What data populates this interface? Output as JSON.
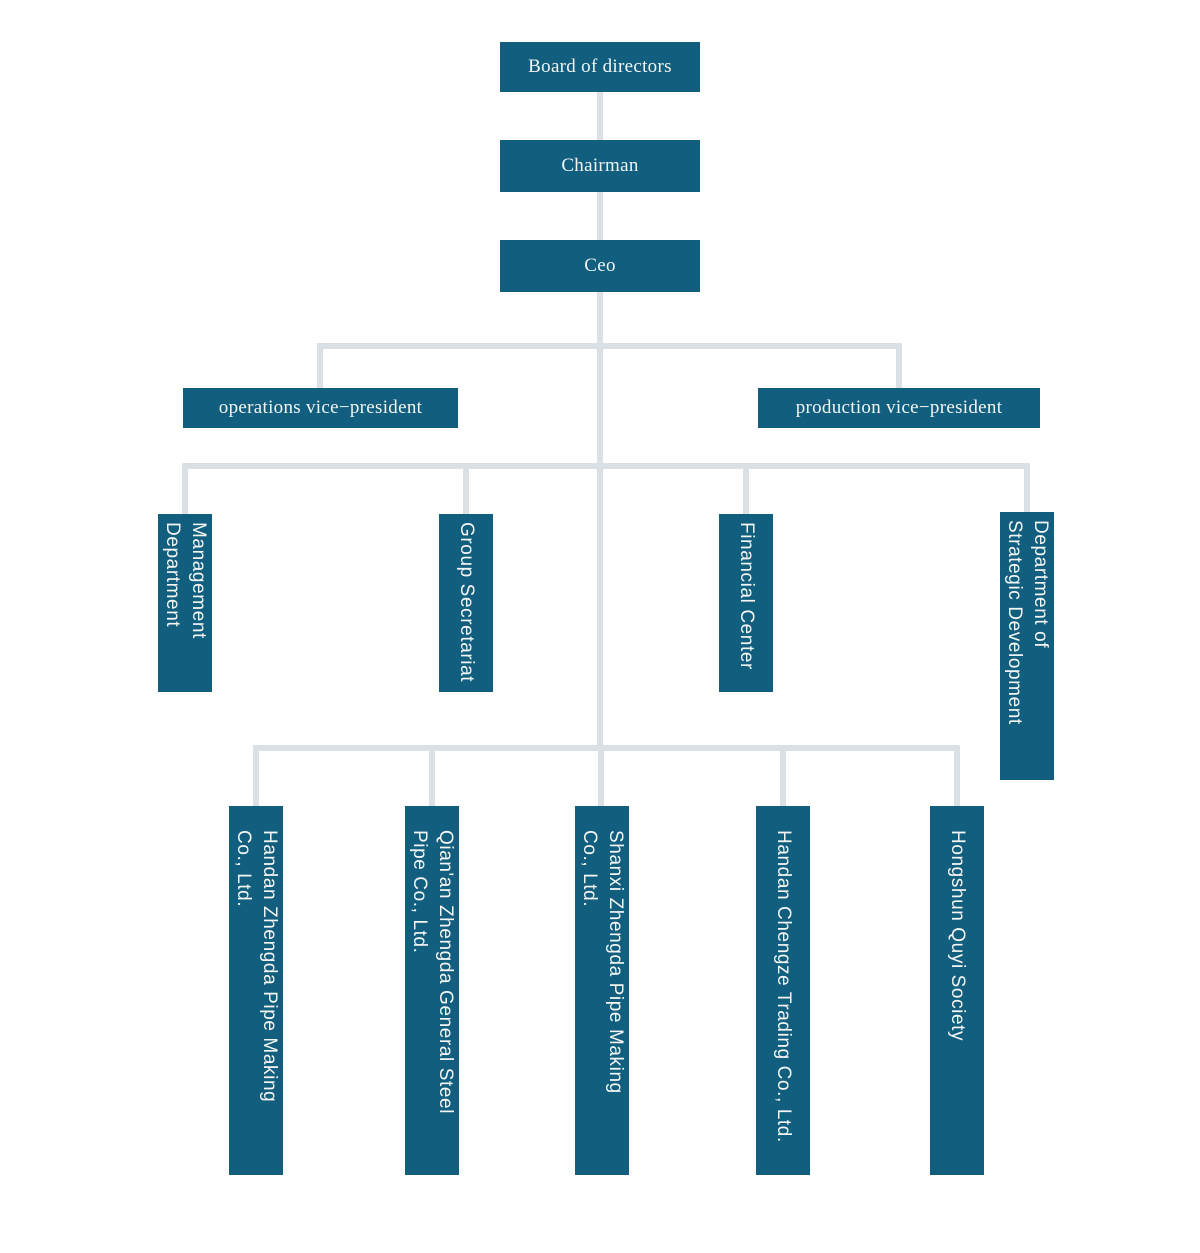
{
  "diagram": {
    "type": "org-chart",
    "background": "#ffffff"
  },
  "palette": {
    "node_fill": "#115e7f",
    "node_text": "#f4f6f3",
    "connector": "#dbe0e4"
  },
  "nodes": {
    "board": {
      "label": "Board of directors"
    },
    "chairman": {
      "label": "Chairman"
    },
    "ceo": {
      "label": "Ceo"
    },
    "operations_vp": {
      "label": "operations vice−president"
    },
    "production_vp": {
      "label": "production vice−president"
    },
    "management_department": {
      "label": "Management\nDepartment"
    },
    "group_secretariat": {
      "label": "Group Secretariat"
    },
    "financial_center": {
      "label": "Financial Center"
    },
    "strategic_development": {
      "label": "Department of\nStrategic Development"
    },
    "handan_zhengda": {
      "label": "Handan Zhengda Pipe Making\nCo., Ltd."
    },
    "qianan_zhengda": {
      "label": "Qian'an Zhengda General Steel\nPipe Co., Ltd."
    },
    "shanxi_zhengda": {
      "label": "Shanxi Zhengda Pipe Making\nCo., Ltd."
    },
    "handan_chengze": {
      "label": "Handan Chengze Trading Co., Ltd."
    },
    "hongshun_quyi": {
      "label": "Hongshun Quyi Society"
    }
  },
  "hierarchy": {
    "root_chain": [
      "board",
      "chairman",
      "ceo"
    ],
    "row_vice_presidents": [
      "operations_vp",
      "production_vp"
    ],
    "row_departments": [
      "management_department",
      "group_secretariat",
      "financial_center",
      "strategic_development"
    ],
    "row_subsidiaries": [
      "handan_zhengda",
      "qianan_zhengda",
      "shanxi_zhengda",
      "handan_chengze",
      "hongshun_quyi"
    ]
  }
}
